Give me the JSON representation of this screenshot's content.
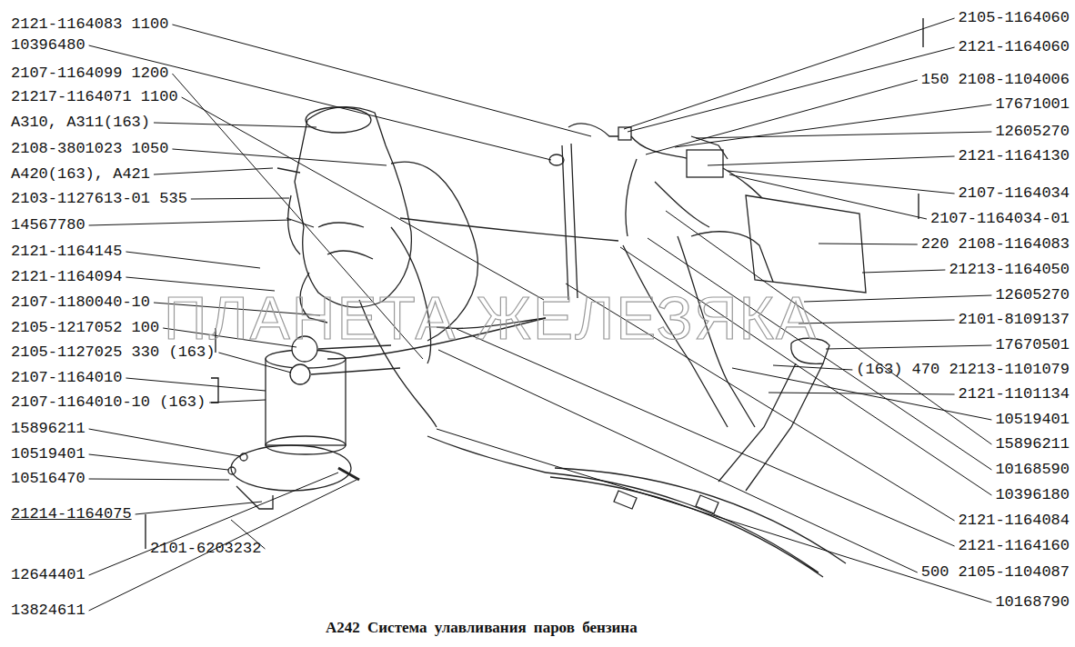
{
  "diagram": {
    "caption": "А242 Система улавливания паров бензина",
    "labels": [
      "2121-1164083 1100",
      "10396480",
      "2107-1164099 1200",
      "21217-1164071 1100",
      "А310, А311(163)",
      "2108-3801023 1050",
      "А420(163), А421",
      "2103-1127613-01 535",
      "14567780",
      "2121-1164145",
      "2121-1164094",
      "2107-1180040-10",
      "2105-1217052 100",
      "2105-1127025 330 (163)",
      "2107-1164010",
      "2107-1164010-10 (163)",
      "15896211",
      "10519401",
      "10516470",
      "21214-1164075",
      "2101-6203232",
      "12644401",
      "13824611",
      "2105-1164060",
      "2121-1164060",
      "150 2108-1104006",
      "17671001",
      "12605270",
      "2121-1164130",
      "2107-1164034",
      "2107-1164034-01",
      "220 2108-1164083",
      "21213-1164050",
      "12605270",
      "2101-8109137",
      "17670501",
      "(163) 470 21213-1101079",
      "2121-1101134",
      "10519401",
      "15896211",
      "10168590",
      "10396180",
      "2121-1164084",
      "2121-1164160",
      "500 2105-1104087",
      "10168790",
      "ПЛАНЕТА ЖЕЛЕЗЯКА"
    ]
  }
}
